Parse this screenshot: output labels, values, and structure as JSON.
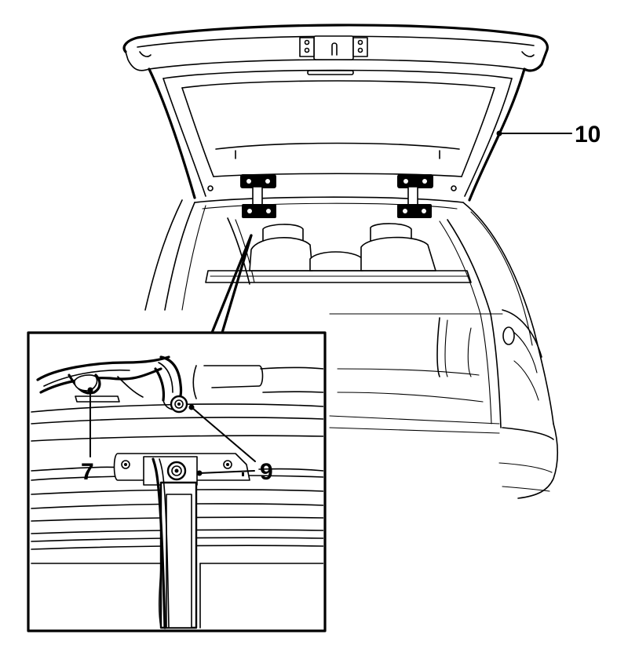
{
  "callouts": [
    {
      "id": "7",
      "label": "7"
    },
    {
      "id": "9",
      "label": "9"
    },
    {
      "id": "10",
      "label": "10"
    }
  ]
}
